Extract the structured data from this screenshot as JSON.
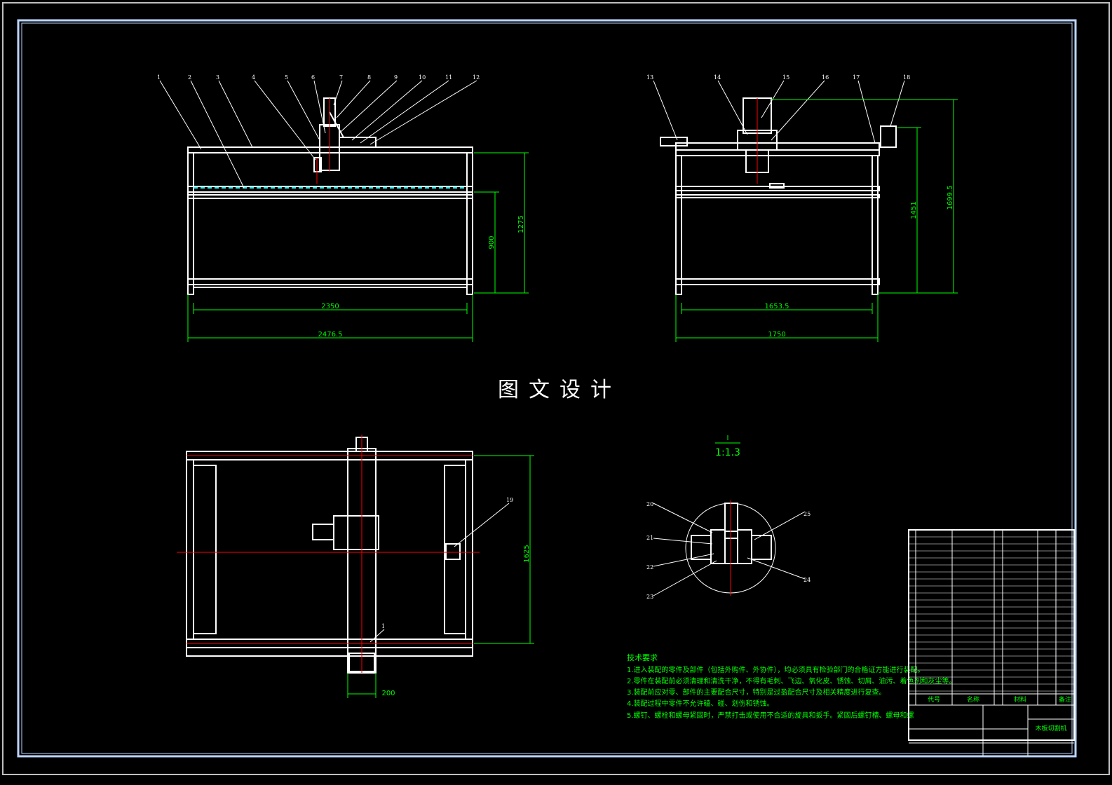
{
  "drawing_title": "图文设计",
  "product_name": "木板切割机",
  "colors": {
    "background": "#000000",
    "frame_outer": "#bfbfbf",
    "frame_inner": "#bcd6ff",
    "geometry": "#ffffff",
    "dimension": "#00ff00",
    "centerline": "#ff0000",
    "accent": "#00ffff"
  },
  "front_view": {
    "part_labels": [
      "1",
      "2",
      "3",
      "4",
      "5",
      "6",
      "7",
      "8",
      "9",
      "10",
      "11",
      "12"
    ],
    "dimensions": {
      "width_inner": "2350",
      "width_total": "2476.5",
      "table_height": "900",
      "total_height": "1275"
    }
  },
  "side_view": {
    "part_labels": [
      "13",
      "14",
      "15",
      "16",
      "17",
      "18"
    ],
    "dimensions": {
      "width_inner": "1653.5",
      "width_total": "1750",
      "height_mid": "1451",
      "total_height": "1699.5"
    }
  },
  "top_view": {
    "part_labels": [
      "1",
      "19"
    ],
    "dimensions": {
      "depth": "1625",
      "carriage_width": "200"
    }
  },
  "detail_view": {
    "label": "I",
    "scale": "1:1.3",
    "part_labels": [
      "20",
      "21",
      "22",
      "23",
      "24",
      "25"
    ]
  },
  "tech_notes": {
    "title": "技术要求",
    "lines": [
      "1.进入装配的零件及部件（包括外购件、外协件），均必须具有检验部门的合格证方能进行装配。",
      "2.零件在装配前必须清理和清洗干净，不得有毛刺、飞边、氧化皮、锈蚀、切屑、油污、着色剂和灰尘等。",
      "3.装配前应对零、部件的主要配合尺寸，特别是过盈配合尺寸及相关精度进行复查。",
      "4.装配过程中零件不允许磕、碰、划伤和锈蚀。",
      "5.螺钉、螺栓和螺母紧固时，严禁打击或使用不合适的旋具和扳手。紧固后螺钉槽、螺母和螺"
    ]
  },
  "bom_header": {
    "code": "代号",
    "name": "名称",
    "material": "材料",
    "remark": "备注"
  }
}
